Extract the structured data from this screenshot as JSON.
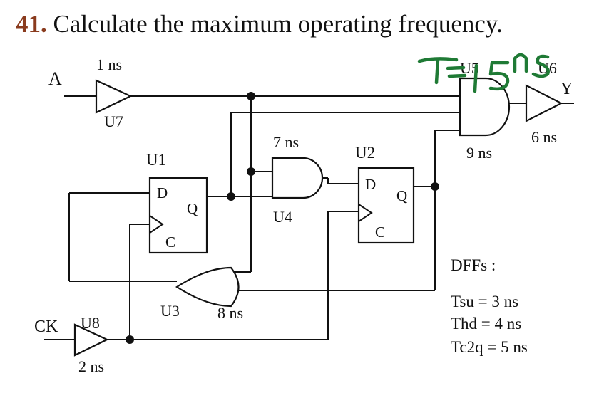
{
  "question": {
    "number": "41.",
    "text": "Calculate the maximum operating frequency."
  },
  "inputs": {
    "a": "A",
    "ck": "CK"
  },
  "output": {
    "y": "Y"
  },
  "components": {
    "u7": {
      "name": "U7",
      "delay": "1 ns"
    },
    "u8": {
      "name": "U8",
      "delay": "2 ns"
    },
    "u5": {
      "name": "U5",
      "delay": "9 ns"
    },
    "u6": {
      "name": "U6",
      "delay": "6 ns"
    },
    "u4": {
      "name": "U4",
      "delay": "7 ns"
    },
    "u3": {
      "name": "U3",
      "delay": "8 ns"
    },
    "u1": {
      "name": "U1",
      "d": "D",
      "q": "Q",
      "c": "C"
    },
    "u2": {
      "name": "U2",
      "d": "D",
      "q": "Q",
      "c": "C"
    }
  },
  "dff_specs": {
    "heading": "DFFs :",
    "tsu": "Tsu = 3 ns",
    "thd": "Thd = 4 ns",
    "tc2q": "Tc2q = 5 ns"
  },
  "handwriting": {
    "note": "T=15ns",
    "ink_color": "#1f7a35"
  }
}
